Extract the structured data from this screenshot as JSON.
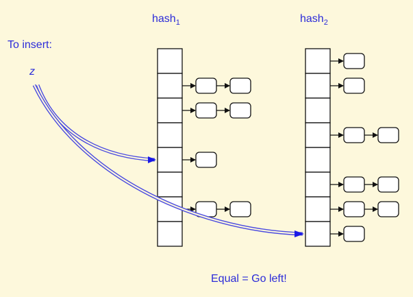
{
  "labels": {
    "hash1": {
      "base": "hash",
      "sub": "1"
    },
    "hash2": {
      "base": "hash",
      "sub": "2"
    },
    "to_insert": "To insert:",
    "item": "z",
    "footer": "Equal = Go left!"
  },
  "colors": {
    "text": "#2b2bd9",
    "curve": "#4a4ae0",
    "stroke": "#111111",
    "background": "#fdf8dc"
  },
  "tables": [
    {
      "name": "hash1",
      "slots": 8,
      "chains": [
        0,
        2,
        2,
        0,
        1,
        0,
        2,
        0
      ],
      "target_slot": 4
    },
    {
      "name": "hash2",
      "slots": 8,
      "chains": [
        1,
        1,
        0,
        2,
        0,
        2,
        2,
        1
      ],
      "target_slot": 7
    }
  ]
}
